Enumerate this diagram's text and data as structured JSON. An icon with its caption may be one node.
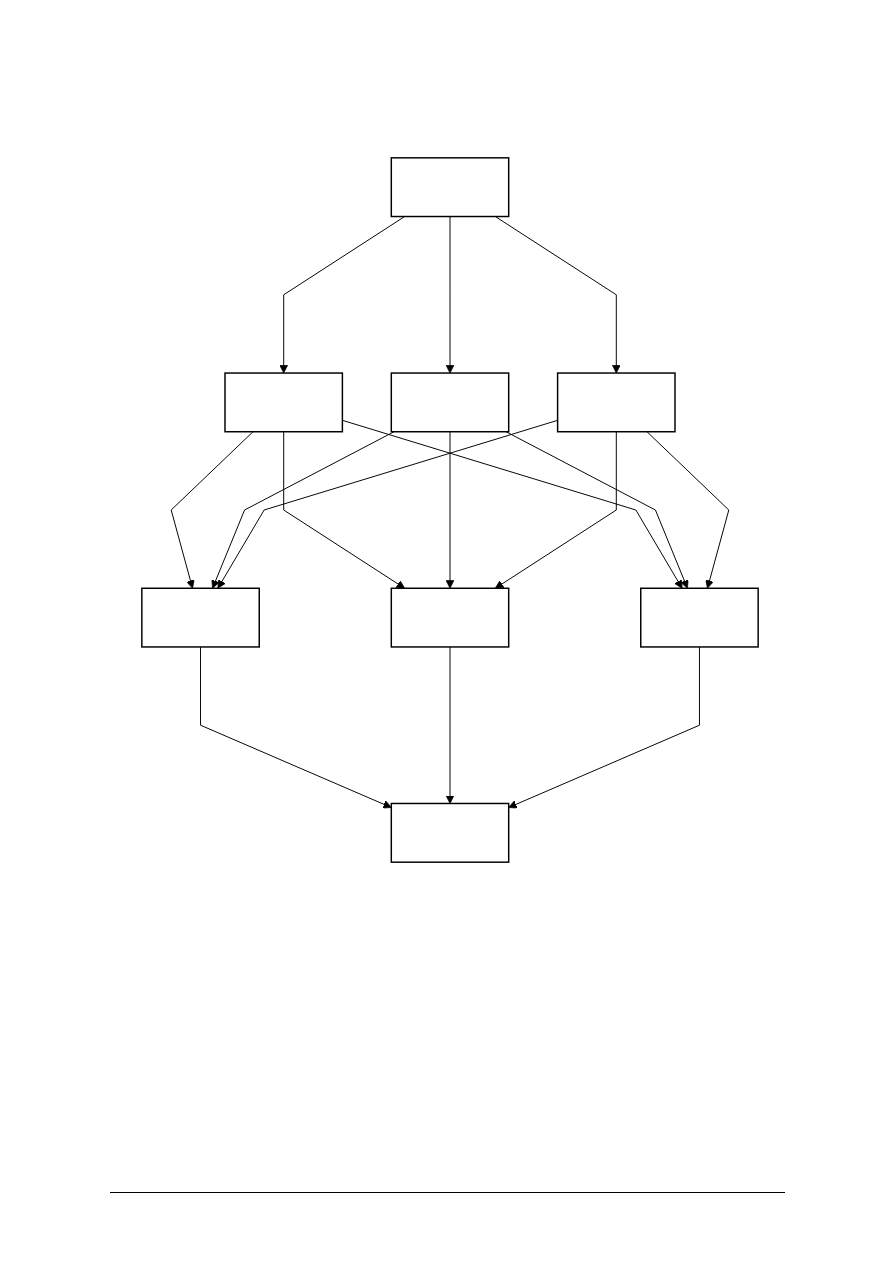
{
  "diagram": {
    "nodes": [
      {
        "text": [],
        "shape": "box"
      },
      {
        "text": [],
        "shape": "box"
      },
      {
        "text": [],
        "shape": "box"
      },
      {
        "text": [],
        "shape": "box"
      },
      {
        "text": [],
        "shape": "box"
      },
      {
        "text": [],
        "shape": "box"
      },
      {
        "text": [],
        "shape": "box"
      },
      {
        "text": [],
        "shape": "box"
      }
    ],
    "edges": [
      {
        "from": 0,
        "to": 1,
        "arrow": "to"
      },
      {
        "from": 0,
        "to": 2,
        "arrow": "to"
      },
      {
        "from": 0,
        "to": 3,
        "arrow": "to"
      },
      {
        "from": 1,
        "to": 4,
        "arrow": "to"
      },
      {
        "from": 1,
        "to": 5,
        "arrow": "to"
      },
      {
        "from": 1,
        "to": 6,
        "arrow": "to"
      },
      {
        "from": 2,
        "to": 4,
        "arrow": "to"
      },
      {
        "from": 2,
        "to": 5,
        "arrow": "to"
      },
      {
        "from": 2,
        "to": 6,
        "arrow": "to"
      },
      {
        "from": 3,
        "to": 4,
        "arrow": "to"
      },
      {
        "from": 3,
        "to": 5,
        "arrow": "to"
      },
      {
        "from": 3,
        "to": 6,
        "arrow": "to"
      },
      {
        "from": 4,
        "to": 7,
        "arrow": "to"
      },
      {
        "from": 5,
        "to": 7,
        "arrow": "to"
      },
      {
        "from": 6,
        "to": 7,
        "arrow": "to"
      }
    ]
  }
}
